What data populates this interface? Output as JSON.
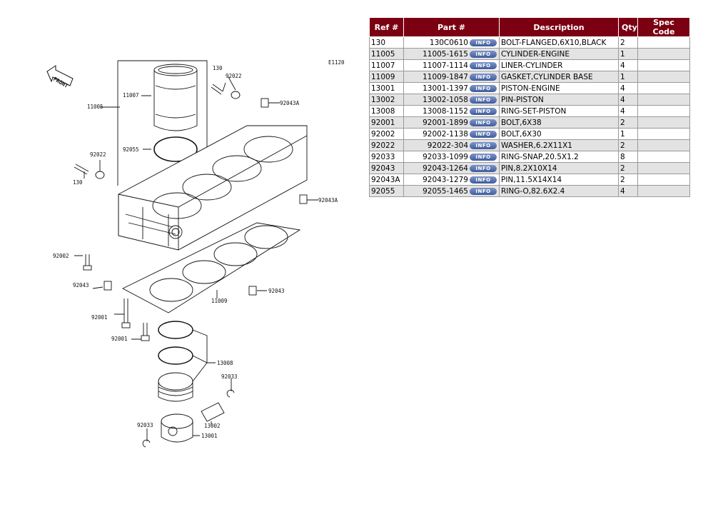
{
  "diagram": {
    "code": "E1120",
    "front_label": "FRONT",
    "callouts": {
      "r11005": "11005",
      "r11007": "11007",
      "r92055": "92055",
      "r130_top": "130",
      "r92022_top": "92022",
      "r92043A_top": "92043A",
      "r92022_left": "92022",
      "r130_left": "130",
      "r92043A_right": "92043A",
      "r92002": "92002",
      "r92043_left": "92043",
      "r92043_right": "92043",
      "r11009": "11009",
      "r92001_a": "92001",
      "r92001_b": "92001",
      "r13008": "13008",
      "r92033_right": "92033",
      "r13002": "13002",
      "r92033_left": "92033",
      "r13001": "13001"
    }
  },
  "table": {
    "headers": {
      "ref": "Ref #",
      "part": "Part #",
      "desc": "Description",
      "qty": "Qty",
      "spec": "Spec Code"
    },
    "info_label": "INFO",
    "rows": [
      {
        "ref": "130",
        "part": "130C0610",
        "desc": "BOLT-FLANGED,6X10,BLACK",
        "qty": "2",
        "spec": ""
      },
      {
        "ref": "11005",
        "part": "11005-1615",
        "desc": "CYLINDER-ENGINE",
        "qty": "1",
        "spec": ""
      },
      {
        "ref": "11007",
        "part": "11007-1114",
        "desc": "LINER-CYLINDER",
        "qty": "4",
        "spec": ""
      },
      {
        "ref": "11009",
        "part": "11009-1847",
        "desc": "GASKET,CYLINDER BASE",
        "qty": "1",
        "spec": ""
      },
      {
        "ref": "13001",
        "part": "13001-1397",
        "desc": "PISTON-ENGINE",
        "qty": "4",
        "spec": ""
      },
      {
        "ref": "13002",
        "part": "13002-1058",
        "desc": "PIN-PISTON",
        "qty": "4",
        "spec": ""
      },
      {
        "ref": "13008",
        "part": "13008-1152",
        "desc": "RING-SET-PISTON",
        "qty": "4",
        "spec": ""
      },
      {
        "ref": "92001",
        "part": "92001-1899",
        "desc": "BOLT,6X38",
        "qty": "2",
        "spec": ""
      },
      {
        "ref": "92002",
        "part": "92002-1138",
        "desc": "BOLT,6X30",
        "qty": "1",
        "spec": ""
      },
      {
        "ref": "92022",
        "part": "92022-304",
        "desc": "WASHER,6.2X11X1",
        "qty": "2",
        "spec": ""
      },
      {
        "ref": "92033",
        "part": "92033-1099",
        "desc": "RING-SNAP,20.5X1.2",
        "qty": "8",
        "spec": ""
      },
      {
        "ref": "92043",
        "part": "92043-1264",
        "desc": "PIN,8.2X10X14",
        "qty": "2",
        "spec": ""
      },
      {
        "ref": "92043A",
        "part": "92043-1279",
        "desc": "PIN,11.5X14X14",
        "qty": "2",
        "spec": ""
      },
      {
        "ref": "92055",
        "part": "92055-1465",
        "desc": "RING-O,82.6X2.4",
        "qty": "4",
        "spec": ""
      }
    ]
  }
}
